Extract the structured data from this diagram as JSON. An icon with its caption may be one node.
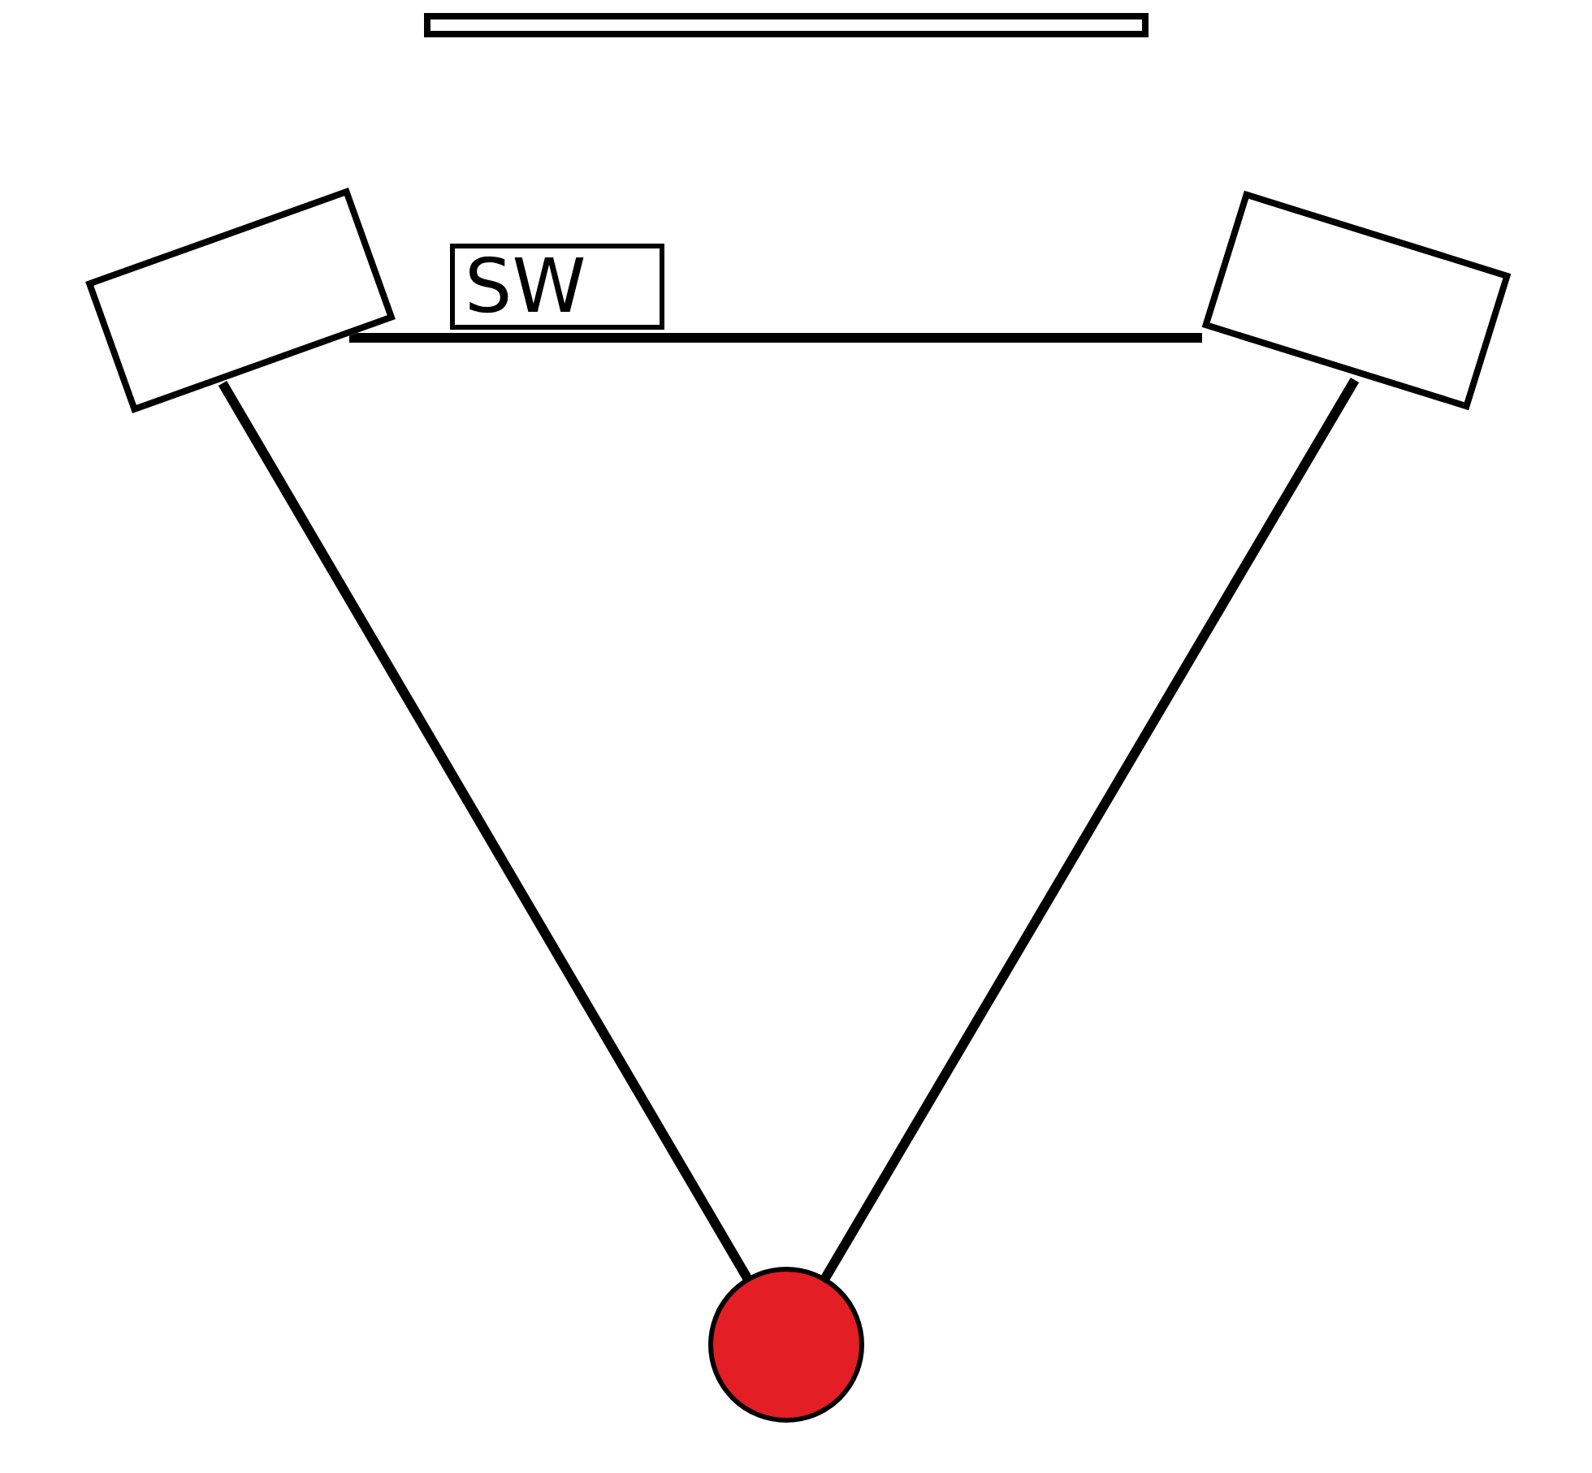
{
  "diagram": {
    "nodes": [
      {
        "text": [],
        "shape": "bar"
      },
      {
        "text": [],
        "shape": "box"
      },
      {
        "text": [
          "SW"
        ]
      },
      {
        "text": [],
        "shape": "box"
      },
      {
        "text": [],
        "shape": "circle"
      }
    ],
    "edges": [
      {
        "from": 1,
        "to": 3,
        "arrow": "none"
      },
      {
        "from": 1,
        "to": 4,
        "arrow": "none"
      },
      {
        "from": 3,
        "to": 4,
        "arrow": "none"
      }
    ]
  }
}
